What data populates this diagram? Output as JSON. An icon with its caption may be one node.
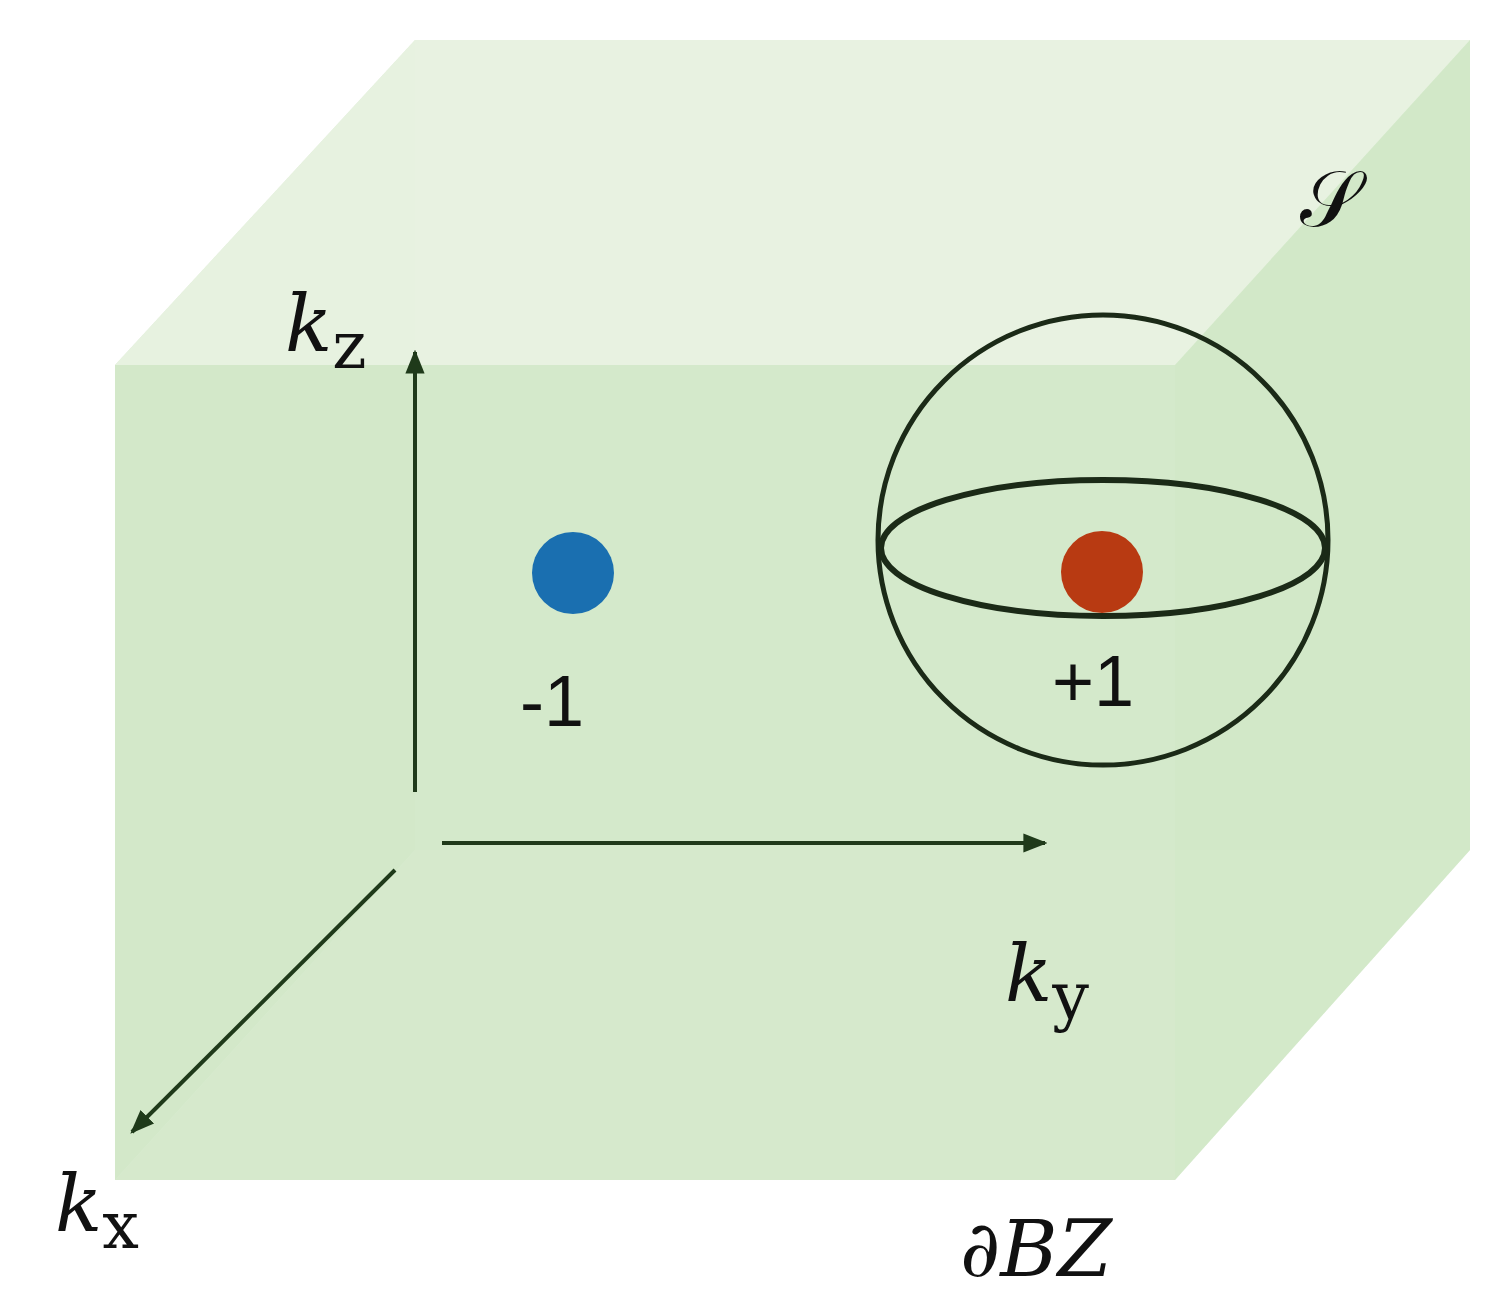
{
  "diagram": {
    "nodes": [
      {
        "text": [],
        "shape": "circle",
        "beside": [
          "-1"
        ]
      },
      {
        "text": [],
        "shape": "circle",
        "beside": [
          "+1"
        ]
      }
    ],
    "labels": [
      "𝒮",
      "*k*$_{z}$",
      "*k*$_{y}$",
      "*k*$_{x}$",
      "∂*BZ*"
    ]
  }
}
